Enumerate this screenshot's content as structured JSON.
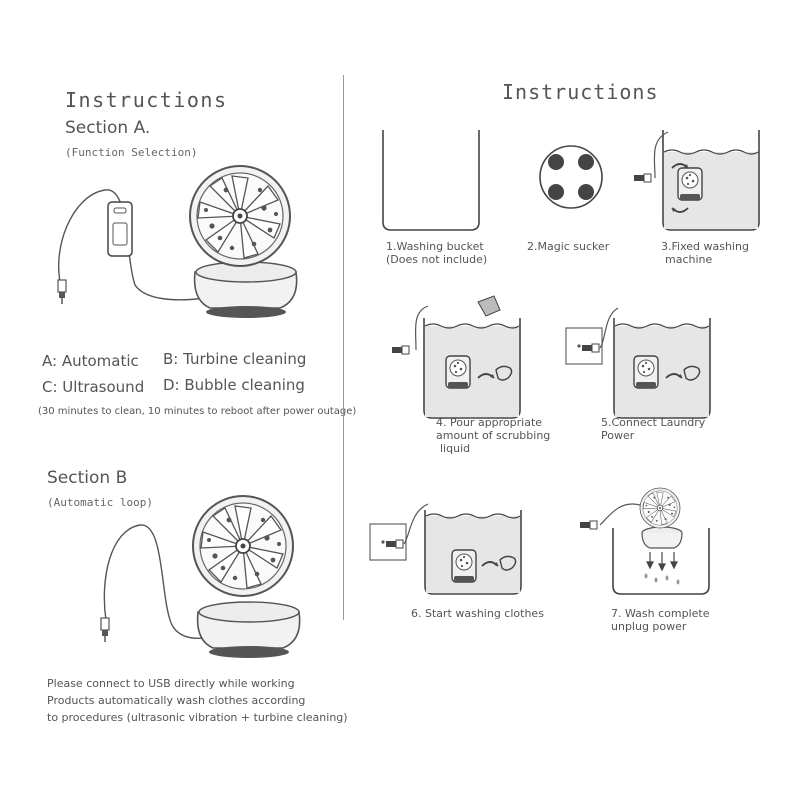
{
  "left": {
    "title": "Instructions",
    "section_a": "Section A.",
    "function_selection": "(Function Selection)",
    "modes": {
      "a": "A: Automatic",
      "b": "B: Turbine cleaning",
      "c": "C: Ultrasound",
      "d": "D: Bubble cleaning"
    },
    "note": "(30 minutes to clean, 10 minutes to reboot after power outage)",
    "section_b": "Section B",
    "automatic_loop": "(Automatic loop)",
    "usb_lines": [
      "Please connect to USB directly while working",
      "Products automatically wash clothes according",
      "to procedures (ultrasonic vibration + turbine cleaning)"
    ]
  },
  "right": {
    "title": "Instructions",
    "steps": [
      {
        "line1": "1.Washing bucket",
        "line2": "(Does not include)"
      },
      {
        "line1": "2.Magic sucker",
        "line2": ""
      },
      {
        "line1": "3.Fixed washing",
        "line2": "machine"
      },
      {
        "line1": "4. Pour appropriate",
        "line2": "amount of scrubbing",
        "line3": "liquid"
      },
      {
        "line1": "5.Connect Laundry",
        "line2": "Power"
      },
      {
        "line1": "6. Start washing clothes",
        "line2": ""
      },
      {
        "line1": "7. Wash complete",
        "line2": "unplug power"
      }
    ]
  }
}
